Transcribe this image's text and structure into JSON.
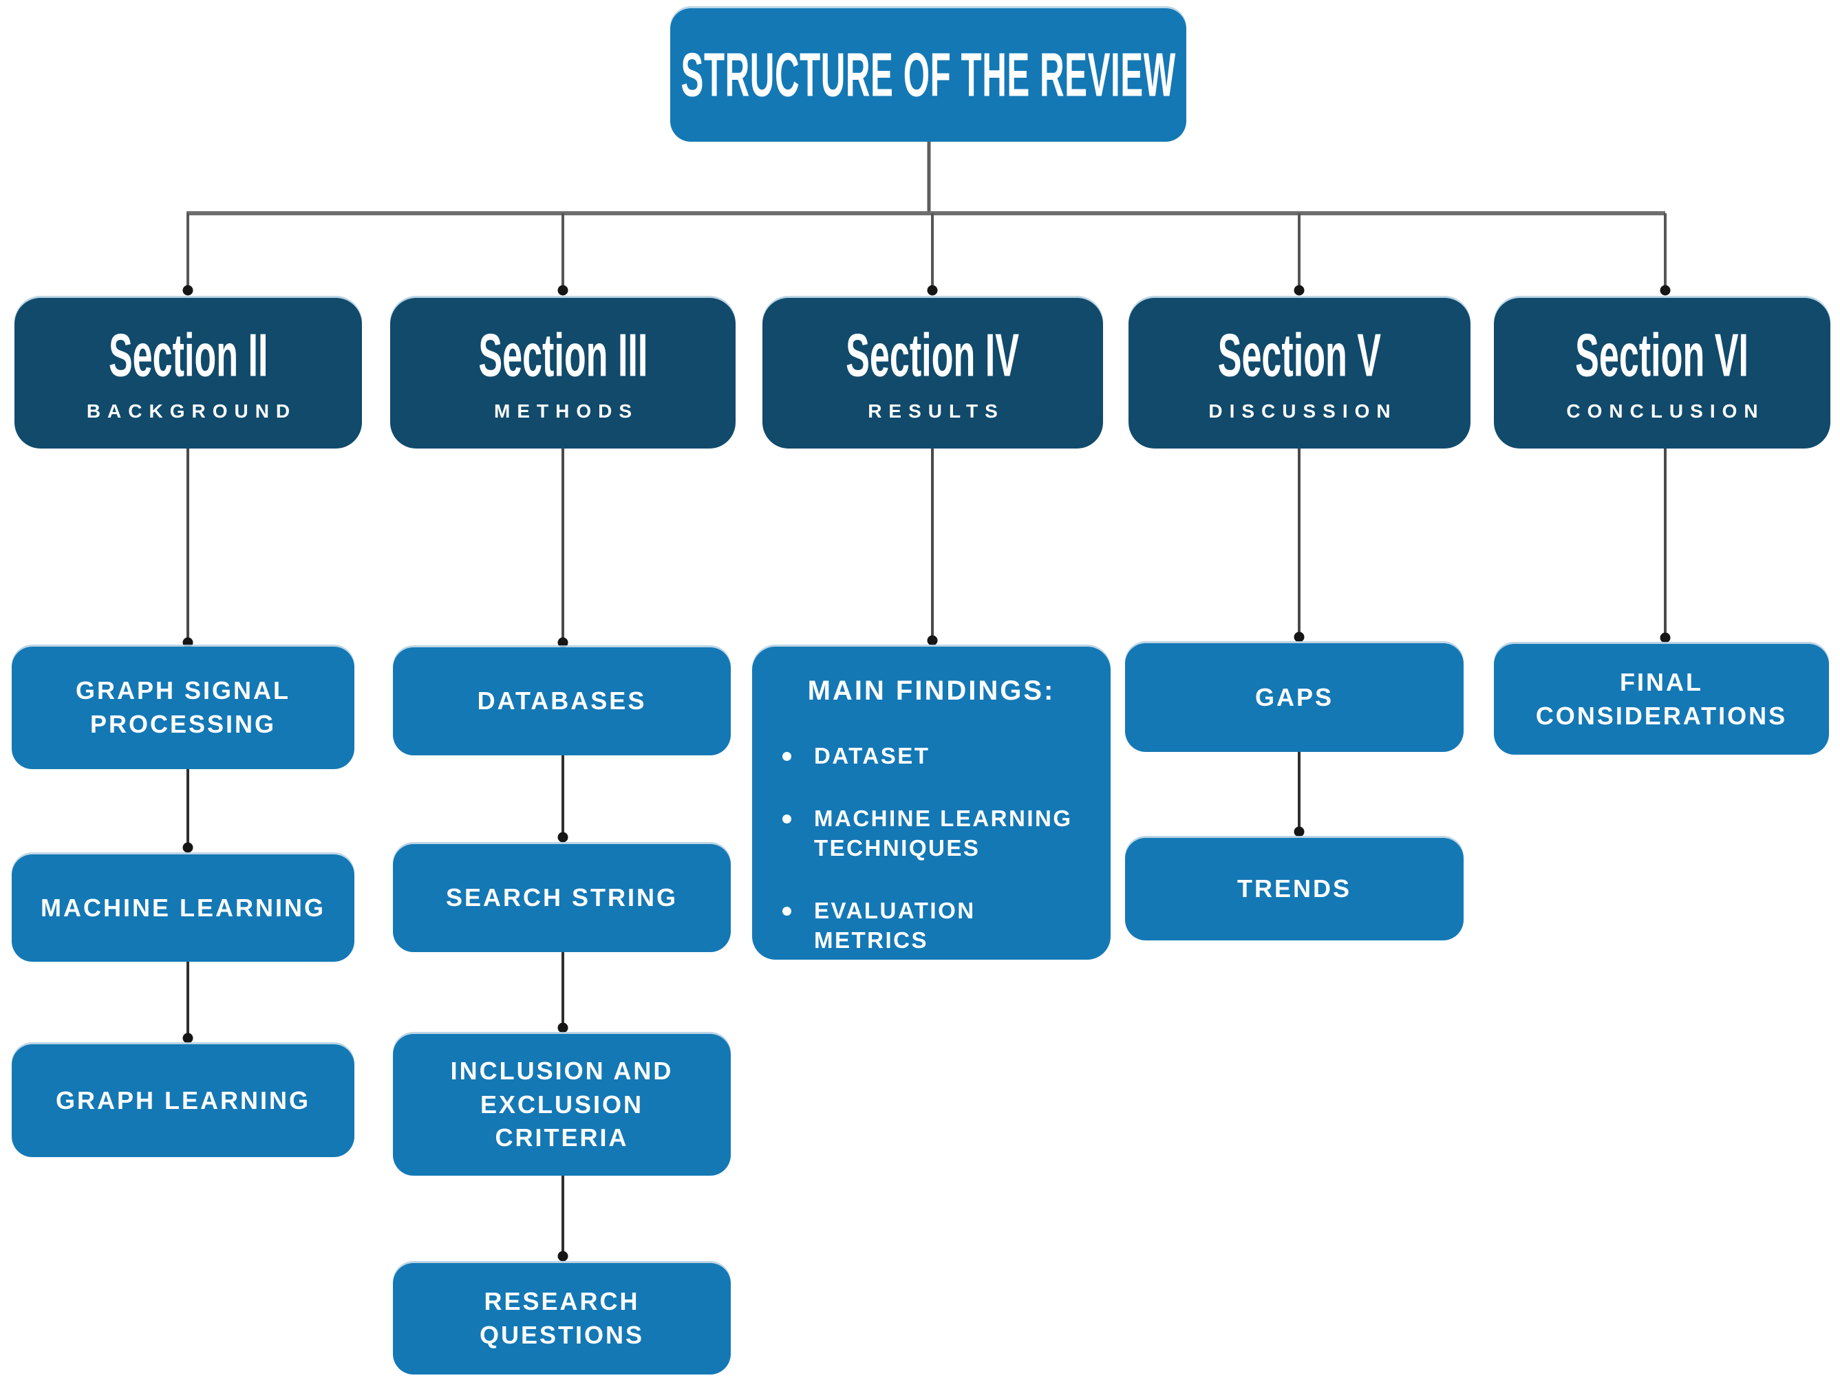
{
  "title": "STRUCTURE OF THE REVIEW",
  "colors": {
    "primary_blue": "#1478b5",
    "dark_blue": "#114a6b",
    "connector_gray": "#6e6e6e",
    "arrow_black": "#161616",
    "text_white": "#ffffff"
  },
  "sections": [
    {
      "label": "Section II",
      "sublabel": "BACKGROUND",
      "children": [
        "GRAPH SIGNAL PROCESSING",
        "MACHINE LEARNING",
        "GRAPH LEARNING"
      ]
    },
    {
      "label": "Section III",
      "sublabel": "METHODS",
      "children": [
        "DATABASES",
        "SEARCH STRING",
        "INCLUSION AND EXCLUSION CRITERIA",
        "RESEARCH QUESTIONS"
      ]
    },
    {
      "label": "Section IV",
      "sublabel": "RESULTS",
      "findings": {
        "heading": "MAIN FINDINGS:",
        "bullets": [
          "DATASET",
          "MACHINE LEARNING TECHNIQUES",
          "EVALUATION METRICS"
        ]
      }
    },
    {
      "label": "Section V",
      "sublabel": "DISCUSSION",
      "children": [
        "GAPS",
        "TRENDS"
      ]
    },
    {
      "label": "Section VI",
      "sublabel": "CONCLUSION",
      "children": [
        "FINAL CONSIDERATIONS"
      ]
    }
  ]
}
